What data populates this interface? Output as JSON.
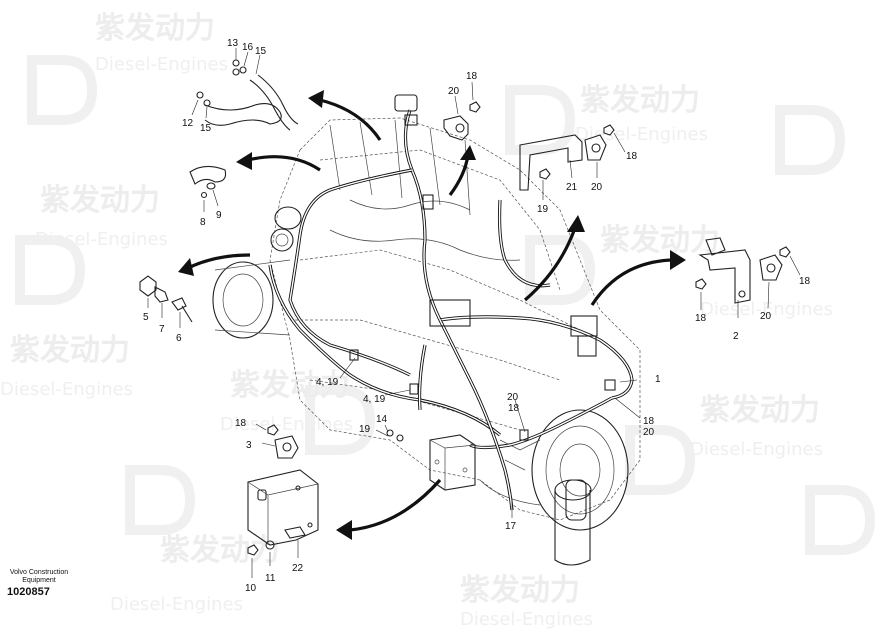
{
  "watermark": {
    "brand_cn": "紫发动力",
    "brand_en": "Diesel-Engines"
  },
  "caption": {
    "line1": "Volvo Construction",
    "line2": "Equipment",
    "drawing_number": "1020857"
  },
  "callouts": [
    {
      "id": "c13",
      "text": "13"
    },
    {
      "id": "c16",
      "text": "16"
    },
    {
      "id": "c15a",
      "text": "15"
    },
    {
      "id": "c12",
      "text": "12"
    },
    {
      "id": "c15b",
      "text": "15"
    },
    {
      "id": "c8",
      "text": "8"
    },
    {
      "id": "c9",
      "text": "9"
    },
    {
      "id": "c5",
      "text": "5"
    },
    {
      "id": "c7",
      "text": "7"
    },
    {
      "id": "c6",
      "text": "6"
    },
    {
      "id": "c419a",
      "text": "4, 19"
    },
    {
      "id": "c419b",
      "text": "4, 19"
    },
    {
      "id": "c18a",
      "text": "18"
    },
    {
      "id": "c3",
      "text": "3"
    },
    {
      "id": "c14",
      "text": "14"
    },
    {
      "id": "c19a",
      "text": "19"
    },
    {
      "id": "c10",
      "text": "10"
    },
    {
      "id": "c11",
      "text": "11"
    },
    {
      "id": "c22",
      "text": "22"
    },
    {
      "id": "c18b",
      "text": "18"
    },
    {
      "id": "c20a",
      "text": "20"
    },
    {
      "id": "c21",
      "text": "21"
    },
    {
      "id": "c20b",
      "text": "20"
    },
    {
      "id": "c18c",
      "text": "18"
    },
    {
      "id": "c19b",
      "text": "19"
    },
    {
      "id": "c18d",
      "text": "18"
    },
    {
      "id": "c18e",
      "text": "18"
    },
    {
      "id": "c2",
      "text": "2"
    },
    {
      "id": "c20c",
      "text": "20"
    },
    {
      "id": "c1",
      "text": "1"
    },
    {
      "id": "c20d",
      "text": "20"
    },
    {
      "id": "c18f",
      "text": "18"
    },
    {
      "id": "c18g",
      "text": "18"
    },
    {
      "id": "c20e",
      "text": "20"
    },
    {
      "id": "c17",
      "text": "17"
    }
  ]
}
